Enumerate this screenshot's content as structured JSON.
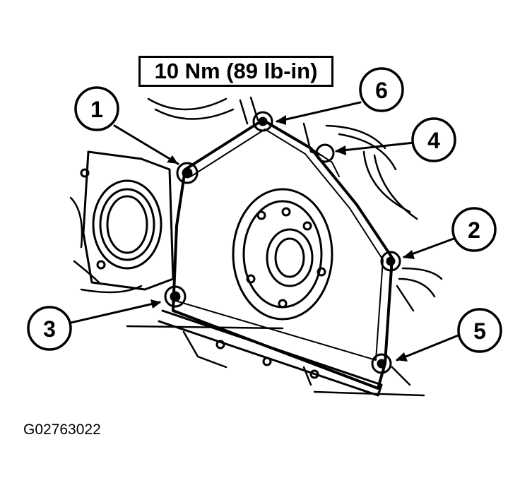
{
  "torque_spec": "10 Nm (89 lb-in)",
  "figure_id": "G02763022",
  "callouts": [
    {
      "number": "1"
    },
    {
      "number": "2"
    },
    {
      "number": "3"
    },
    {
      "number": "4"
    },
    {
      "number": "5"
    },
    {
      "number": "6"
    }
  ]
}
